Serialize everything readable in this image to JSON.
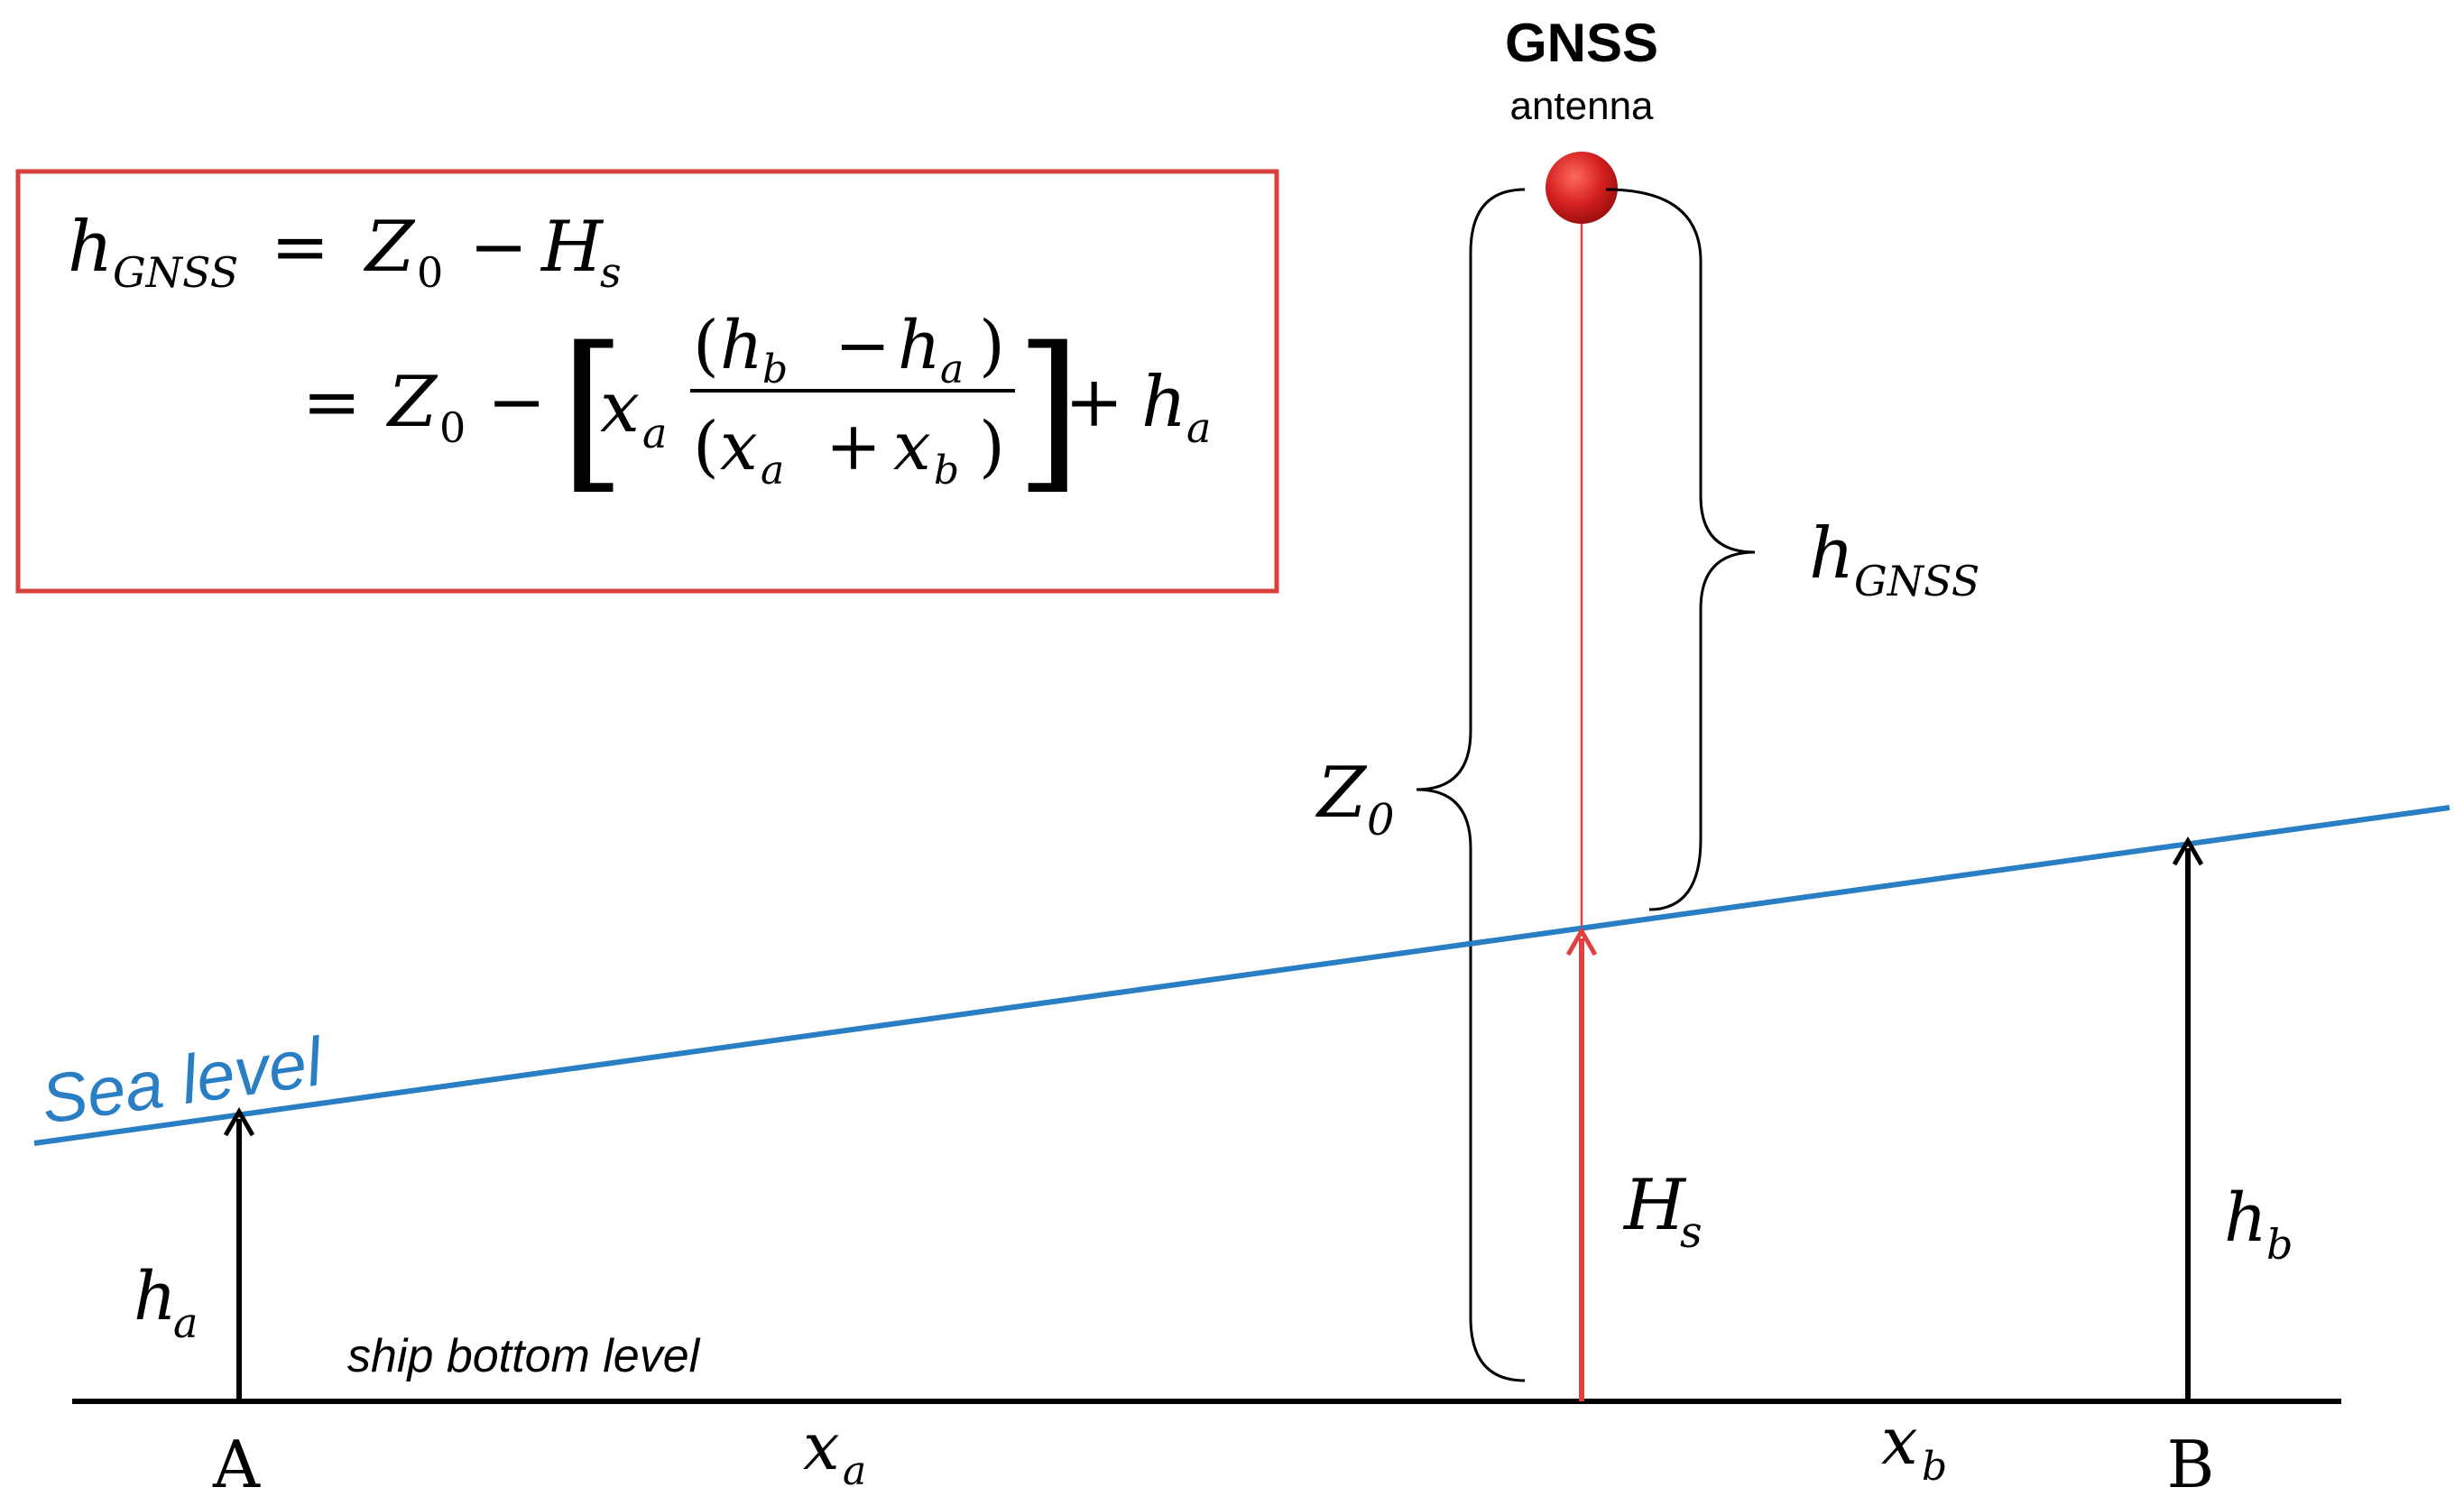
{
  "antenna": {
    "title": "GNSS",
    "subtitle": "antenna",
    "color": "#d42020"
  },
  "formula": {
    "line1": {
      "lhs": "h",
      "lhs_sub": "GNSS",
      "eq": "=",
      "z": "Z",
      "z_sub": "0",
      "minus": "−",
      "hs": "H",
      "hs_sub": "s"
    },
    "line2": {
      "eq": "=",
      "z": "Z",
      "z_sub": "0",
      "minus": "−",
      "bracket_open": "[",
      "xa": "x",
      "xa_sub": "a",
      "numerator_open": "(",
      "numerator_hb": "h",
      "numerator_hb_sub": "b",
      "numerator_minus": "−",
      "numerator_ha": "h",
      "numerator_ha_sub": "a",
      "numerator_close": ")",
      "denominator_open": "(",
      "denominator_xa": "x",
      "denominator_xa_sub": "a",
      "denominator_plus": "+",
      "denominator_xb": "x",
      "denominator_xb_sub": "b",
      "denominator_close": ")",
      "bracket_close": "]",
      "plus": "+",
      "ha": "h",
      "ha_sub": "a"
    },
    "border_color": "#d9413c"
  },
  "labels": {
    "sea_level": "Sea level",
    "ship_bottom_level": "ship bottom level",
    "point_a": "A",
    "point_b": "B",
    "xa": "x",
    "xa_sub": "a",
    "xb": "x",
    "xb_sub": "b",
    "ha": "h",
    "ha_sub": "a",
    "hb": "h",
    "hb_sub": "b",
    "hs": "H",
    "hs_sub": "s",
    "z0": "Z",
    "z0_sub": "0",
    "hgnss": "h",
    "hgnss_sub": "GNSS"
  },
  "colors": {
    "sea_level": "#2a7fc4",
    "hs_arrow": "#e04040",
    "axis": "#000000"
  }
}
